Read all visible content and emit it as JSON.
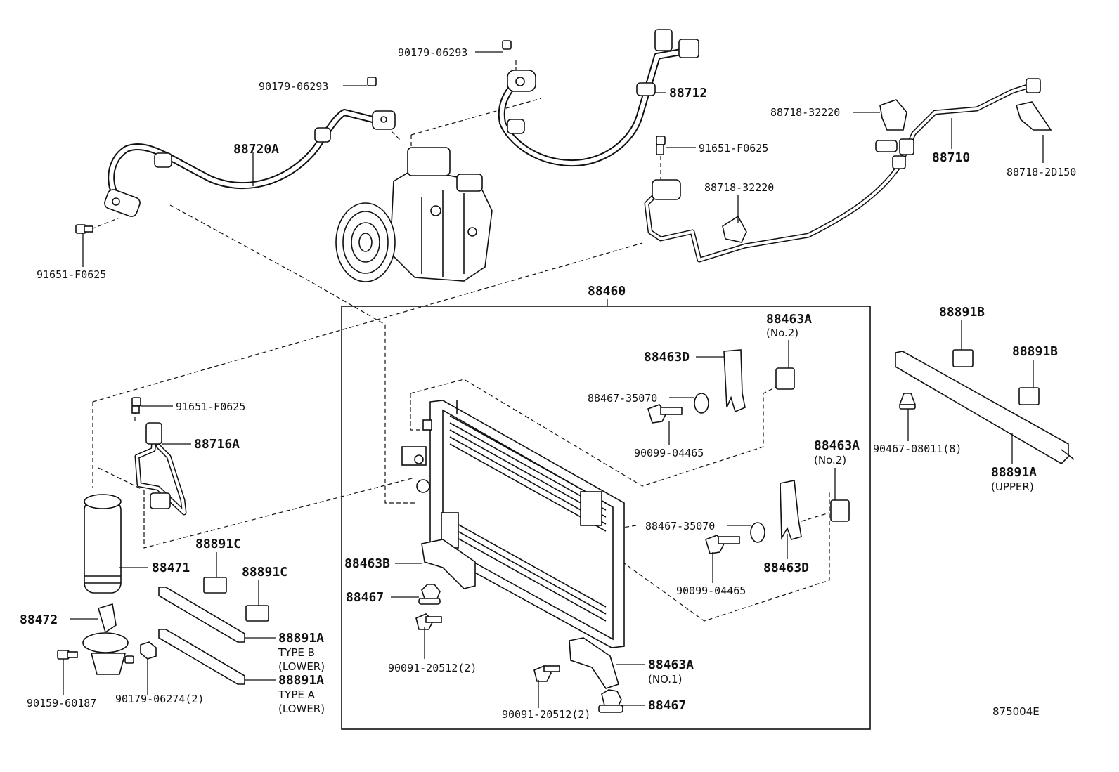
{
  "diagram_code": "875004E",
  "assembly_label": "88460",
  "labels": {
    "hose_discharge": "88720A",
    "bolt_hose_left": "90179-06293",
    "bolt_hose_mid": "90179-06293",
    "valve_left": "91651-F0625",
    "hose_suction": "88712",
    "valve_right_top": "91651-F0625",
    "clamp_a": "88718-32220",
    "clamp_b": "88718-32220",
    "pipe_88710": "88710",
    "clamp_c": "88718-2D150",
    "valve_dryer": "91651-F0625",
    "pipe_88716a": "88716A",
    "dryer": "88471",
    "dryer_bracket": "88472",
    "bolt_dryer_a": "90159-60187",
    "nut_dryer": "90179-06274(2)",
    "seal_c1": "88891C",
    "seal_c2": "88891C",
    "seal_type_b": "88891A",
    "seal_type_b_sub1": "TYPE B",
    "seal_type_b_sub2": "(LOWER)",
    "seal_type_a": "88891A",
    "seal_type_a_sub1": "TYPE A",
    "seal_type_a_sub2": "(LOWER)",
    "bracket_463a_top": "88463A",
    "bracket_463a_top_sub": "(No.2)",
    "bracket_463d_top": "88463D",
    "cushion_top": "88467-35070",
    "bolt_top": "90099-04465",
    "bracket_463a_mid": "88463A",
    "bracket_463a_mid_sub": "(No.2)",
    "cushion_mid": "88467-35070",
    "bracket_463d_mid": "88463D",
    "bolt_mid": "90099-04465",
    "bracket_463b": "88463B",
    "grommet_left": "88467",
    "bolt_lower_left": "90091-20512(2)",
    "bracket_463a_low": "88463A",
    "bracket_463a_low_sub": "(NO.1)",
    "grommet_right": "88467",
    "bolt_lower_right": "90091-20512(2)",
    "seal_b1": "88891B",
    "seal_b2": "88891B",
    "clip_upper": "90467-08011(8)",
    "seal_upper": "88891A",
    "seal_upper_sub": "(UPPER)"
  }
}
